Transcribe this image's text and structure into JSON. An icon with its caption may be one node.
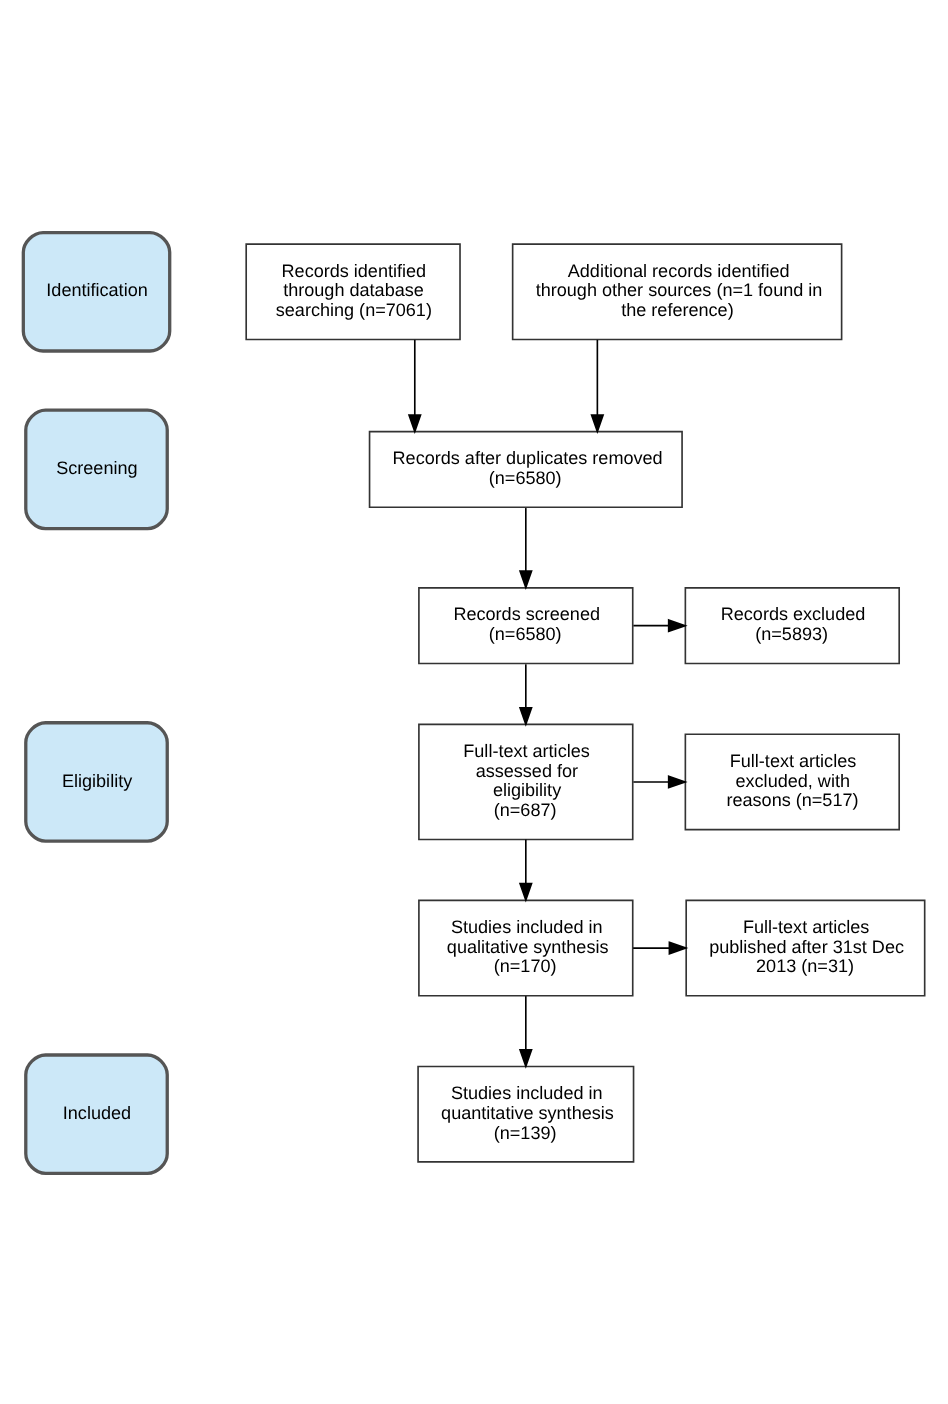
{
  "diagram": {
    "nodes": [
      {
        "text": [
          "Identification"
        ]
      },
      {
        "text": [
          "Records identified through database searching (n=7061)"
        ]
      },
      {
        "text": [
          "Additional records identified through other sources (n=1 found in the reference)"
        ]
      },
      {
        "text": [
          "Screening"
        ]
      },
      {
        "text": [
          "Records after duplicates removed (n=6580)"
        ]
      },
      {
        "text": [
          "Records screened (n=6580)"
        ]
      },
      {
        "text": [
          "Records excluded (n=5893)"
        ]
      },
      {
        "text": [
          "Eligibility"
        ]
      },
      {
        "text": [
          "Full-text articles assessed for eligibility (n=687)"
        ]
      },
      {
        "text": [
          "Full-text articles excluded, with reasons (n=517)"
        ]
      },
      {
        "text": [
          "Studies included in qualitative synthesis (n=170)"
        ]
      },
      {
        "text": [
          "Full-text articles published after 31st Dec 2013 (n=31)"
        ]
      },
      {
        "text": [
          "Included"
        ]
      },
      {
        "text": [
          "Studies included in quantitative synthesis (n=139)"
        ]
      }
    ],
    "edges": [
      {
        "from": 1,
        "to": 4,
        "arrow": "to"
      },
      {
        "from": 2,
        "to": 4,
        "arrow": "to"
      },
      {
        "from": 4,
        "to": 5,
        "arrow": "to"
      },
      {
        "from": 5,
        "to": 6,
        "arrow": "to"
      },
      {
        "from": 5,
        "to": 8,
        "arrow": "to"
      },
      {
        "from": 8,
        "to": 9,
        "arrow": "to"
      },
      {
        "from": 8,
        "to": 10,
        "arrow": "to"
      },
      {
        "from": 10,
        "to": 11,
        "arrow": "to"
      },
      {
        "from": 10,
        "to": 13,
        "arrow": "to"
      }
    ]
  }
}
